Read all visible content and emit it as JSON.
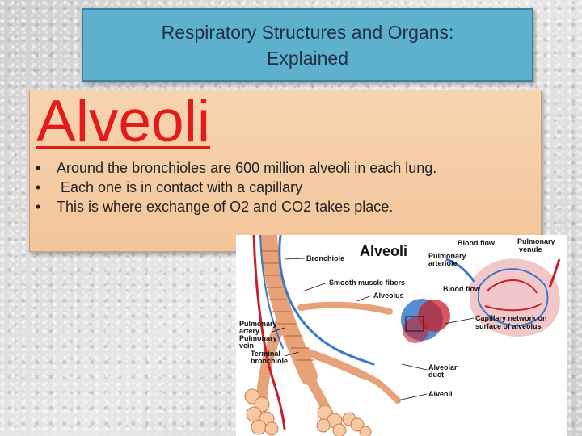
{
  "title": {
    "line1": "Respiratory Structures and Organs:",
    "line2": "Explained"
  },
  "heading": "Alveoli",
  "bullets": [
    {
      "marker": "•",
      "text": "Around the bronchioles are 600 million alveoli in each lung."
    },
    {
      "marker": "•",
      "text": " Each one is in contact with a capillary"
    },
    {
      "marker": "•",
      "text": "This is where exchange of O2 and CO2 takes place."
    }
  ],
  "figure": {
    "title": "Alveoli",
    "labels": {
      "blood_flow_top": "Blood flow",
      "pulmonary_venule_1": "Pulmonary",
      "pulmonary_venule_2": "venule",
      "pulmonary_arteriole_1": "Pulmonary",
      "pulmonary_arteriole_2": "arteriole",
      "bronchiole": "Bronchiole",
      "smooth_muscle": "Smooth muscle fibers",
      "blood_flow_mid": "Blood flow",
      "alveolus": "Alveolus",
      "capillary_1": "Capillary network on",
      "capillary_2": "surface of alveolus",
      "pulmonary_artery_1": "Pulmonary",
      "pulmonary_artery_2": "artery",
      "pulmonary_vein_1": "Pulmonary",
      "pulmonary_vein_2": "vein",
      "terminal_1": "Terminal",
      "terminal_2": "bronchiole",
      "alveolar_duct_1": "Alveolar",
      "alveolar_duct_2": "duct",
      "alveoli_bottom": "Alveoli"
    },
    "colors": {
      "airway": "#e8a27a",
      "artery": "#3a79c9",
      "vein": "#c8202a"
    }
  },
  "colors": {
    "title_bg": "#5eb1cc",
    "heading": "#e31b1b",
    "content_bg": "#f5cba5"
  }
}
